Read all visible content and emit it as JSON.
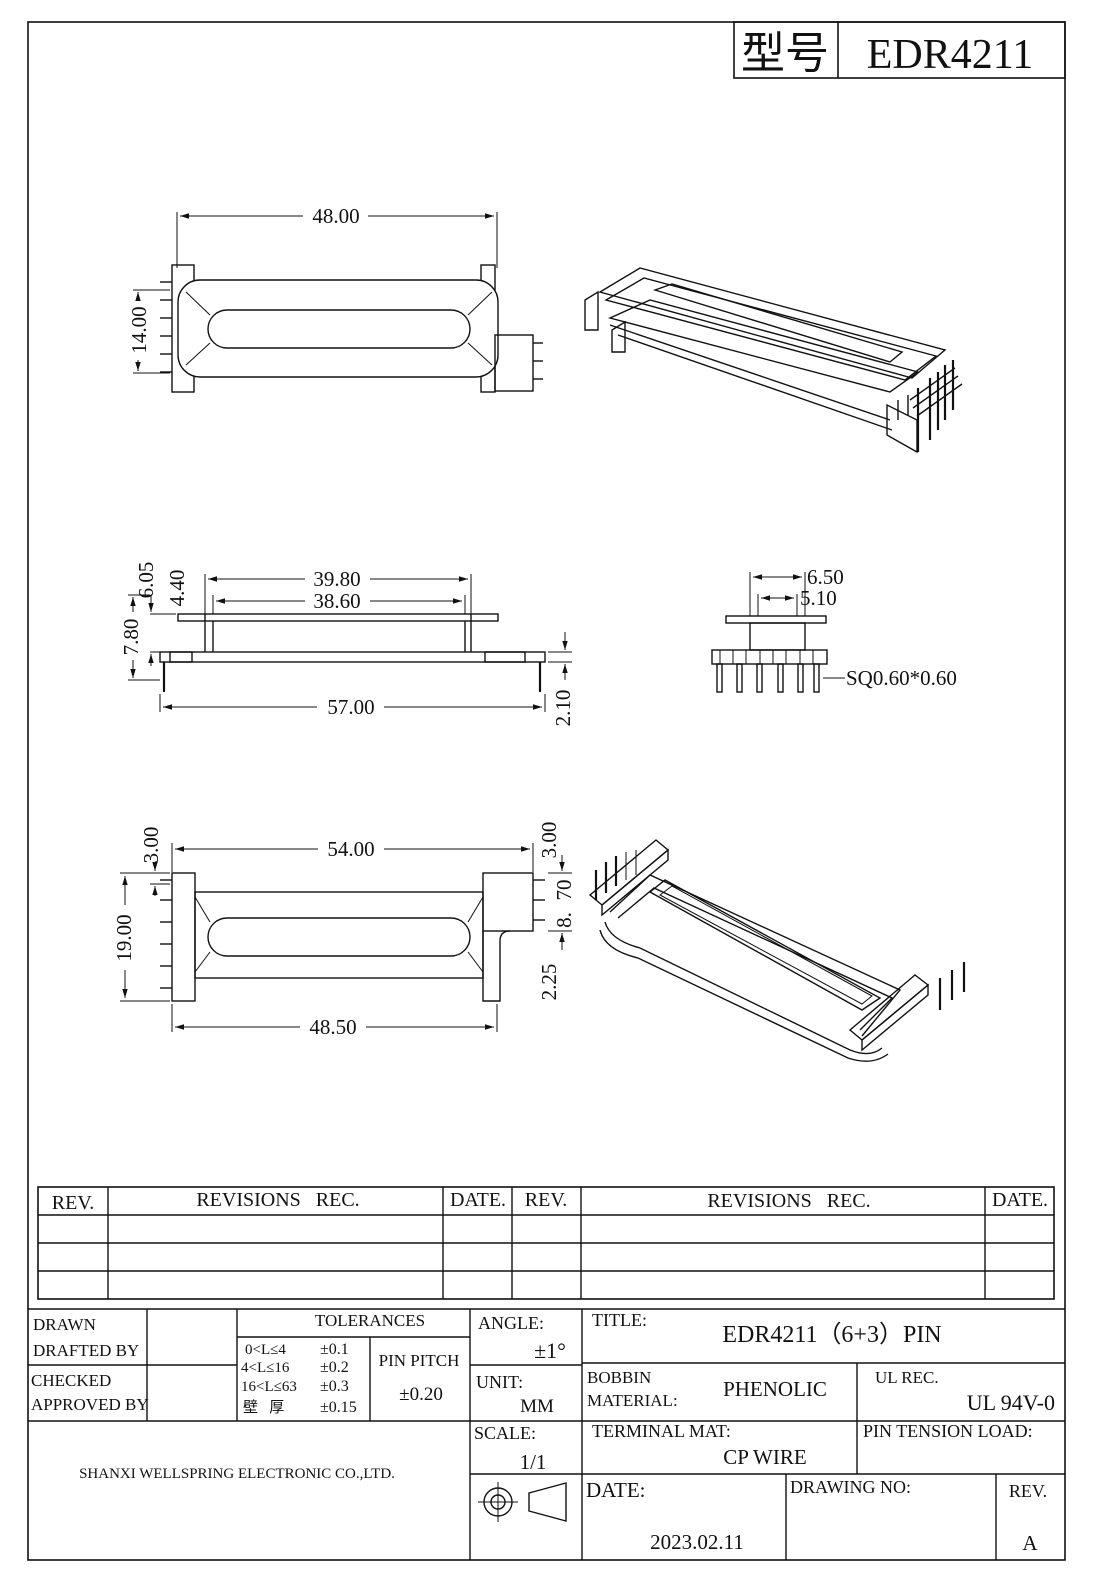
{
  "header": {
    "type_label": "型号",
    "model": "EDR4211"
  },
  "dimensions": {
    "top_view": {
      "width": "48.00",
      "height": "14.00"
    },
    "side_view": {
      "d1": "39.80",
      "d2": "38.60",
      "d3": "6.05",
      "d4": "4.40",
      "d5": "7.80",
      "length": "57.00",
      "pin_len": "2.10"
    },
    "end_view": {
      "d1": "6.50",
      "d2": "5.10",
      "pin": "SQ0.60*0.60"
    },
    "bottom_view": {
      "width": "54.00",
      "inner": "48.50",
      "height": "19.00",
      "d_a": "3.00",
      "d_b": "3.00",
      "d_c": "70",
      "d_d": "8.",
      "d_e": "2.25"
    }
  },
  "revisions": {
    "headers": [
      "REV.",
      "REVISIONS   REC.",
      "DATE.",
      "REV.",
      "REVISIONS   REC.",
      "DATE."
    ],
    "rows": [
      [
        "",
        "",
        "",
        "",
        "",
        ""
      ],
      [
        "",
        "",
        "",
        "",
        "",
        ""
      ],
      [
        "",
        "",
        "",
        "",
        "",
        ""
      ]
    ]
  },
  "title_block": {
    "drawn": "DRAWN",
    "drafted_by": "DRAFTED BY",
    "checked": "CHECKED",
    "approved_by": "APPROVED BY",
    "tolerances_label": "TOLERANCES",
    "tolerances": [
      {
        "range": "0<L≤4",
        "value": "±0.1"
      },
      {
        "range": "4<L≤16",
        "value": "±0.2"
      },
      {
        "range": "16<L≤63",
        "value": "±0.3"
      },
      {
        "range": "壁   厚",
        "value": "±0.15"
      }
    ],
    "pin_pitch_label": "PIN PITCH",
    "pin_pitch_value": "±0.20",
    "angle_label": "ANGLE:",
    "angle_value": "±1°",
    "unit_label": "UNIT:",
    "unit_value": "MM",
    "scale_label": "SCALE:",
    "scale_value": "1/1",
    "title_label": "TITLE:",
    "title_value": "EDR4211（6+3）PIN",
    "bobbin_label": "BOBBIN",
    "material_label": "MATERIAL:",
    "material_value": "PHENOLIC",
    "ul_label": "UL REC.",
    "ul_value": "UL 94V-0",
    "terminal_label": "TERMINAL MAT:",
    "terminal_value": "CP WIRE",
    "pin_tension_label": "PIN TENSION LOAD:",
    "company": "SHANXI WELLSPRING ELECTRONIC CO.,LTD.",
    "date_label": "DATE:",
    "date_value": "2023.02.11",
    "drawing_no_label": "DRAWING NO:",
    "rev_label": "REV.",
    "rev_value": "A"
  }
}
